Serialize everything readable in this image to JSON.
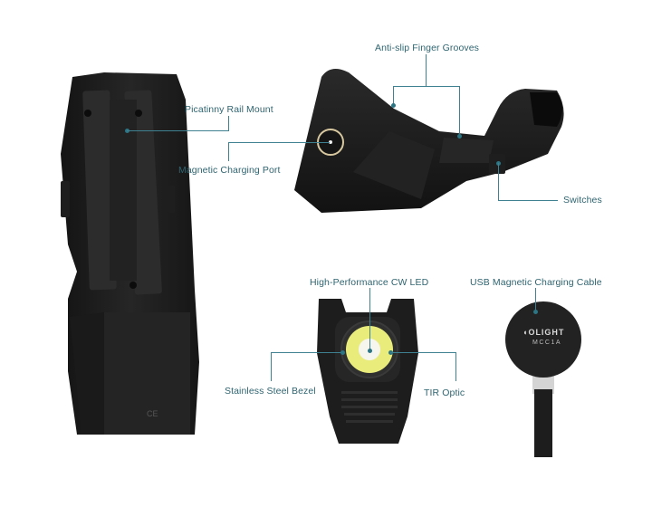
{
  "callouts": {
    "picatinny": "Picatinny Rail Mount",
    "magnetic_port": "Magnetic Charging Port",
    "finger_grooves": "Anti-slip Finger Grooves",
    "switches": "Switches",
    "led": "High-Performance CW LED",
    "bezel": "Stainless Steel Bezel",
    "tir": "TIR Optic",
    "cable": "USB Magnetic Charging Cable"
  },
  "cable_head": {
    "brand": "OLIGHT",
    "model": "MCC1A"
  },
  "device_back": {
    "mark": "CE"
  },
  "colors": {
    "label": "#2f6470",
    "leader_line": "#3f8191",
    "body": "#1c1c1c",
    "led": "#e9ec7a",
    "port_ring": "#d8c8a0"
  }
}
